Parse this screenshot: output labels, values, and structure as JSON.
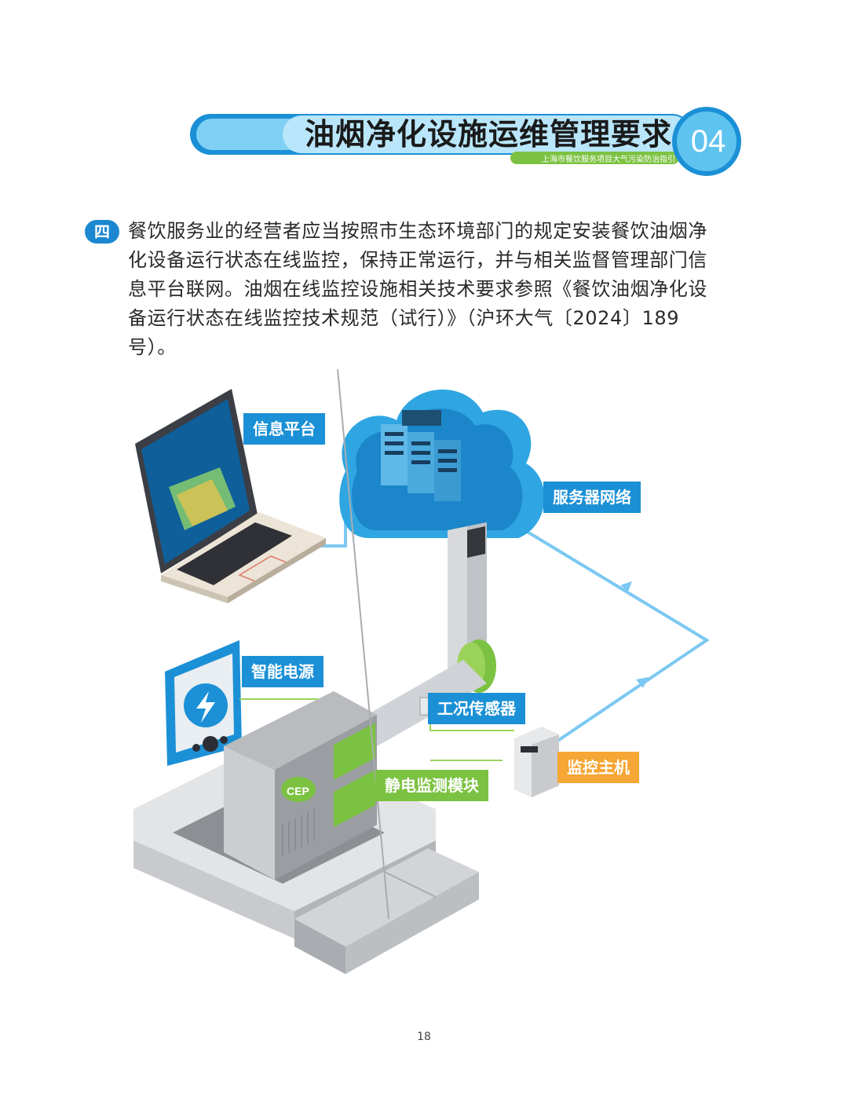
{
  "header": {
    "title": "油烟净化设施运维管理要求",
    "subtitle": "上海市餐饮服务项目大气污染防治指引",
    "badge": "04",
    "accent_blue": "#1b90d6",
    "accent_light": "#7fd0f4",
    "accent_green": "#7cc242"
  },
  "section": {
    "marker": "四",
    "lines": [
      "餐饮服务业的经营者应当按照市生态环境部门的规定安装餐饮油烟净",
      "化设备运行状态在线监控，保持正常运行，并与相关监督管理部门信",
      "息平台联网。油烟在线监控设施相关技术要求参照《餐饮油烟净化设",
      "备运行状态在线监控技术规范（试行）》（沪环大气〔2024〕189",
      "号）。"
    ]
  },
  "diagram": {
    "labels": {
      "info_platform": "信息平台",
      "server_network": "服务器网络",
      "smart_power": "智能电源",
      "condition_sensor": "工况传感器",
      "monitor_host": "监控主机",
      "electrostatic_module": "静电监测模块"
    },
    "logo_text": "CEP",
    "colors": {
      "blue_label": "#1b90d6",
      "green_label": "#7cc242",
      "orange_label": "#f5a634",
      "link_line": "#7cc8f2"
    }
  },
  "footer": {
    "page_number": "18"
  }
}
